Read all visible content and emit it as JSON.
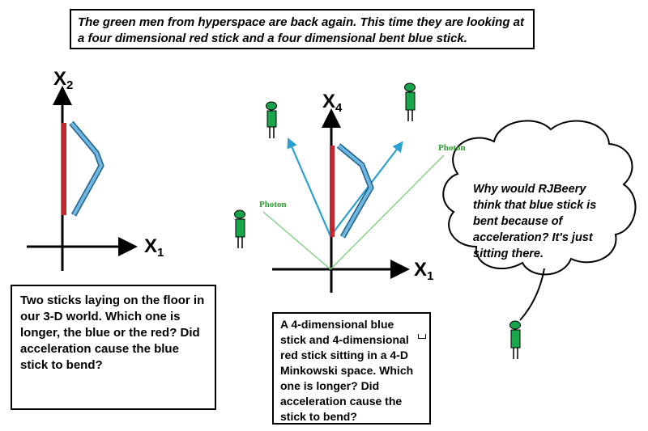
{
  "intro_text": "The green men from hyperspace are back again. This time they are looking at a four dimensional red stick and a four dimensional bent blue stick.",
  "left_diagram": {
    "y_axis_label": "X",
    "y_axis_sub": "2",
    "x_axis_label": "X",
    "x_axis_sub": "1"
  },
  "center_diagram": {
    "y_axis_label": "X",
    "y_axis_sub": "4",
    "x_axis_label": "X",
    "x_axis_sub": "1",
    "photon_left": "Photon",
    "photon_right": "Photon"
  },
  "caption_left": "Two sticks laying on the floor in our 3-D world. Which one is longer, the blue or the red? Did acceleration cause the blue stick to bend?",
  "caption_center": "A 4-dimensional blue stick and 4-dimensional red stick sitting in a 4-D Minkowski space. Which one is longer? Did acceleration cause the stick to bend?",
  "thought_text": "Why would RJBeery think that blue stick is bent because of acceleration? It's just sitting there.",
  "colors": {
    "red_stick": "#c1272d",
    "blue_stick": "#5aa6d6",
    "blue_arrow": "#2a9fd0",
    "photon": "#7ccc7c",
    "figure_body": "#1aa64a",
    "figure_head": "#17a24a"
  }
}
